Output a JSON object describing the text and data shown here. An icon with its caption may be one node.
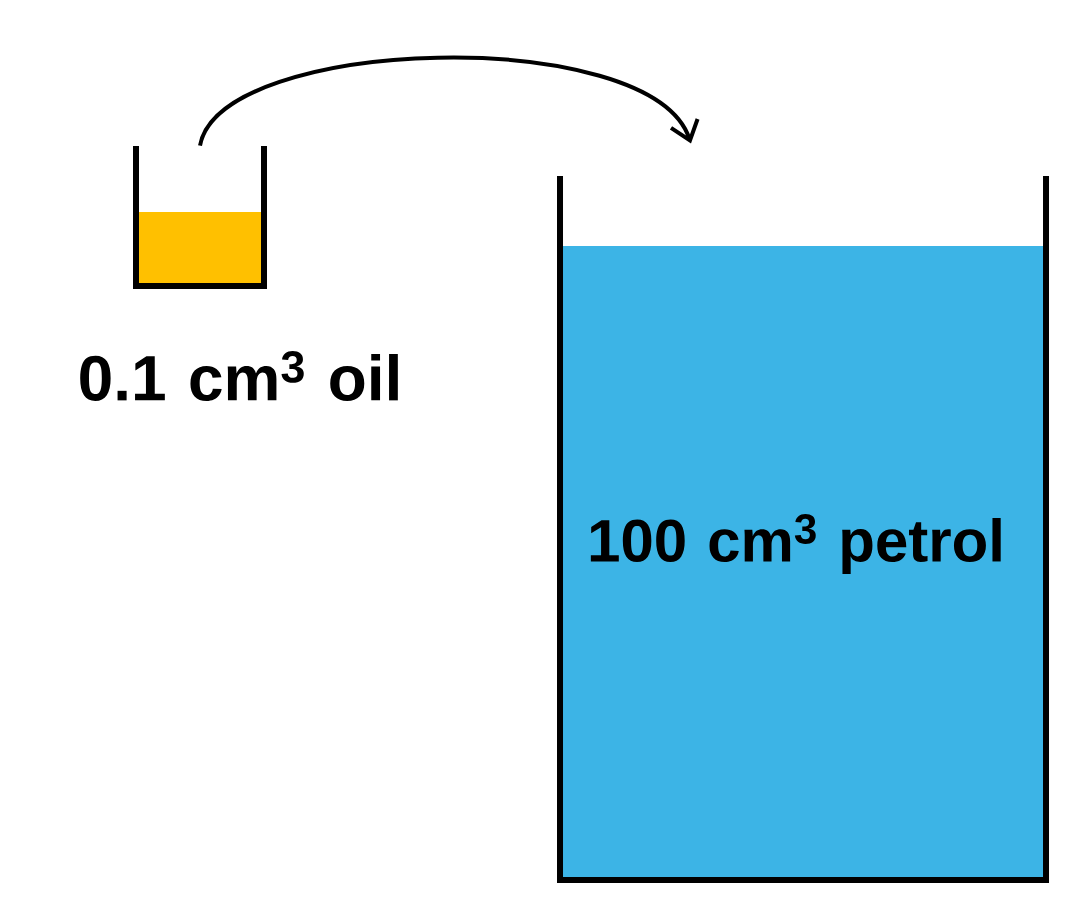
{
  "diagram": {
    "nodes": [
      {
        "text": [
          "0.1 cm$^{3}$ oil"
        ]
      },
      {
        "text": [
          "100 cm$^{3}$ petrol"
        ]
      }
    ],
    "edges": [
      {
        "from": 0,
        "to": 1,
        "arrow": "to"
      }
    ]
  }
}
